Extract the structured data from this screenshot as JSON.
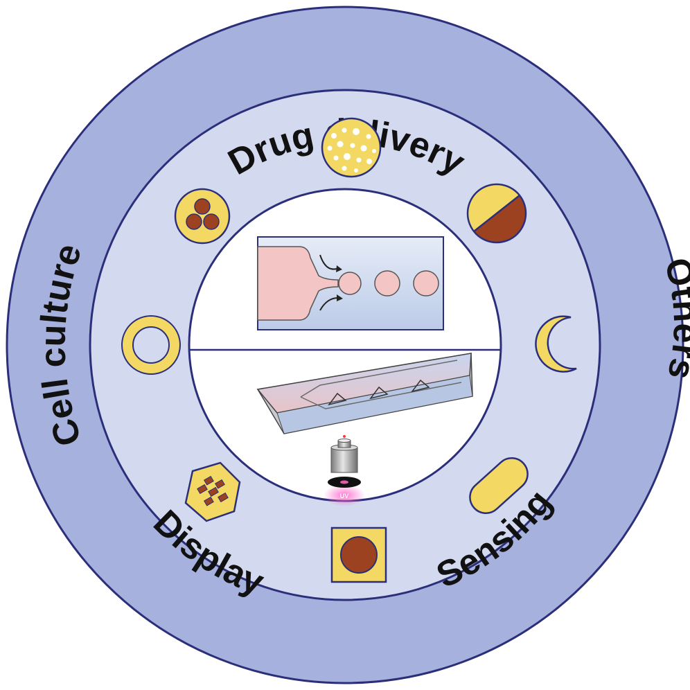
{
  "labels": {
    "drug_delivery": "Drug delivery",
    "others": "Others",
    "sensing": "Sensing",
    "display": "Display",
    "cell_culture": "Cell culture"
  },
  "uv_label": "UV",
  "colors": {
    "outer_ring": "#a6b1de",
    "middle_ring": "#d3d9ef",
    "center": "#ffffff",
    "stroke": "#2b2f7a",
    "particle_fill": "#f3d964",
    "particle_brown": "#9c4220",
    "droplet_pink": "#f3c5c5",
    "channel_blue": "#c8d3ec"
  },
  "particles": [
    "porous-particle-icon",
    "janus-particle-icon",
    "crescent-particle-icon",
    "rod-particle-icon",
    "square-core-particle-icon",
    "hexagon-particle-icon",
    "ring-particle-icon",
    "multi-core-particle-icon"
  ]
}
